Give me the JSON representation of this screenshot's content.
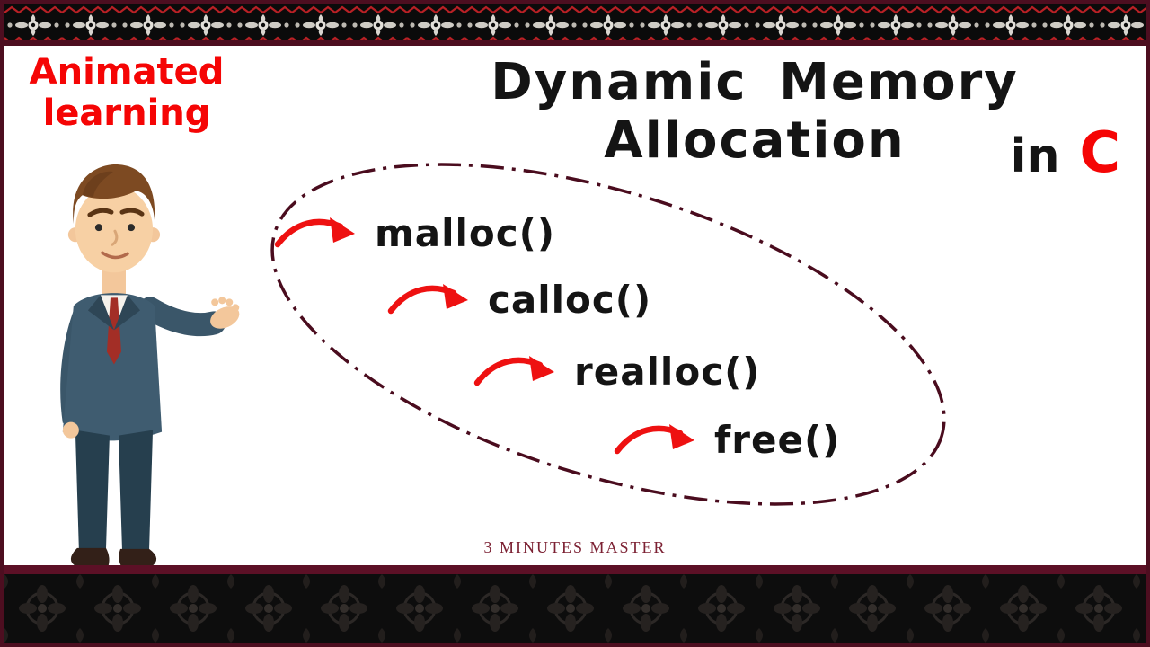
{
  "badge": {
    "line1": "Animated",
    "line2": "learning"
  },
  "title": {
    "text": "Dynamic Memory Allocation",
    "subtitle_in": "in",
    "subtitle_language": "C"
  },
  "diagram": {
    "functions": [
      {
        "label": "malloc()"
      },
      {
        "label": "calloc()"
      },
      {
        "label": "realloc()"
      },
      {
        "label": "free()"
      }
    ]
  },
  "footer": {
    "brand": "3 MINUTES MASTER"
  },
  "icons": {
    "arrow": "red-curved-arrow-icon",
    "top_border": "lace-ornament-band",
    "bottom_border": "damask-ornament-band"
  },
  "colors": {
    "accent_red": "#f50505",
    "arrow_red": "#ee1111",
    "maroon_border": "#4d0e20",
    "text_black": "#141414",
    "brand_maroon": "#7c2133"
  }
}
